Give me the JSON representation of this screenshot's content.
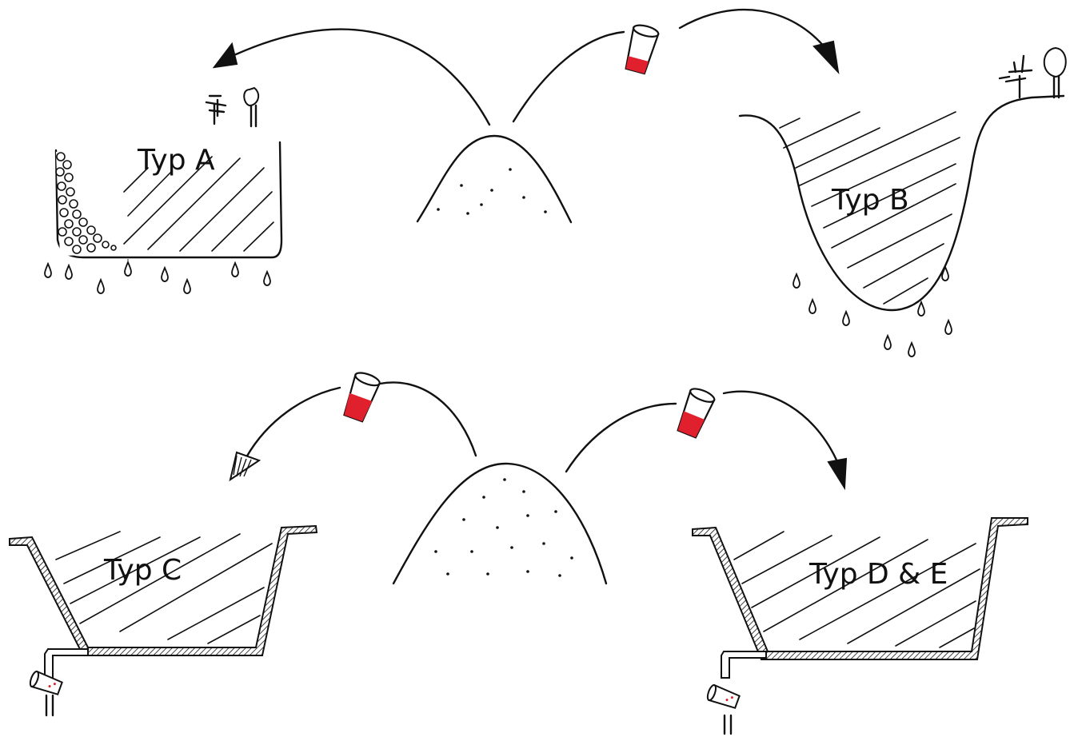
{
  "diagram": {
    "labels": {
      "type_a": "Typ A",
      "type_b": "Typ B",
      "type_c": "Typ C",
      "type_d_e": "Typ D & E"
    },
    "colors": {
      "ink": "#111111",
      "liquid": "#e0202c",
      "background": "#ffffff"
    },
    "icons": [
      "waste-heap-icon",
      "container-icon",
      "arrow-icon",
      "tree-icon",
      "water-drop-icon",
      "drain-pipe-icon"
    ]
  }
}
